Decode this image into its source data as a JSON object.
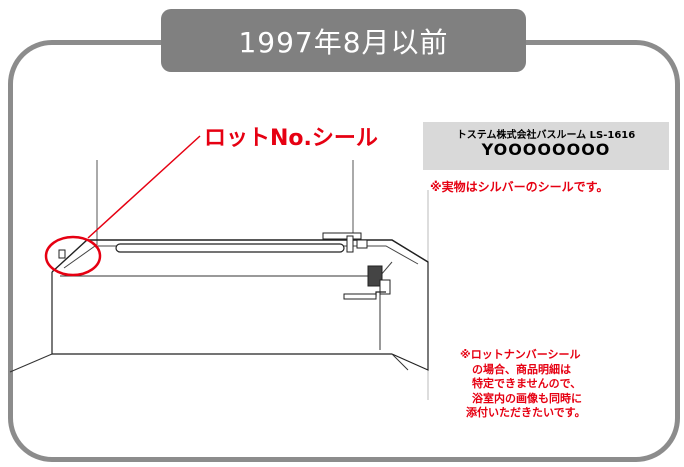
{
  "title": "1997年8月以前",
  "callout_label": "ロットNo.シール",
  "seal": {
    "company_text": "トステム株式会社バスルーム LS-1616",
    "lot_code": "YOOOOOOOO"
  },
  "seal_note": "※実物はシルバーのシールです。",
  "notice_lines": [
    "※ロットナンバーシール",
    "の場合、商品明細は",
    "特定できませんので、",
    "浴室内の画像も同時に",
    "添付いただきたいです。"
  ],
  "colors": {
    "frame_gray": "#8c8c8c",
    "title_bg": "#808080",
    "accent_red": "#e60012",
    "seal_bg": "#d9d9d9"
  }
}
